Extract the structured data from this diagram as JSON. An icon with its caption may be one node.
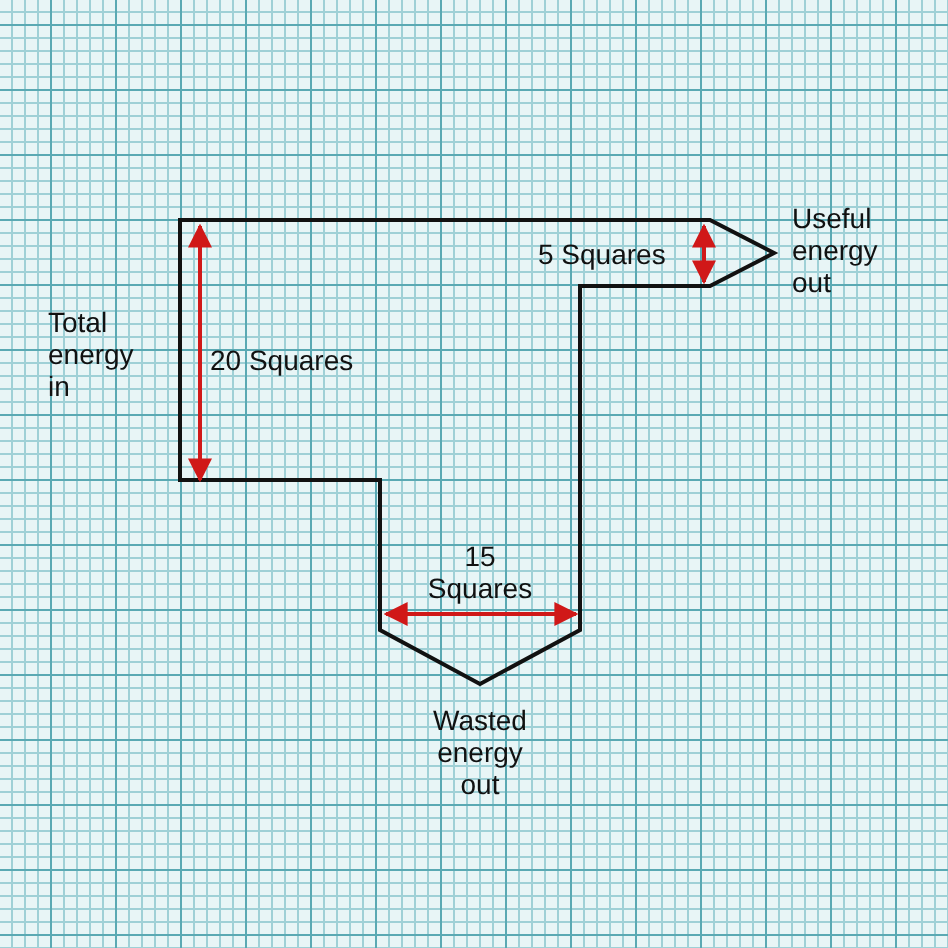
{
  "diagram": {
    "labels": [
      "Useful energy out",
      "5 Squares",
      "Total energy in",
      "20 Squares",
      "15 Squares",
      "Wasted energy out"
    ]
  }
}
